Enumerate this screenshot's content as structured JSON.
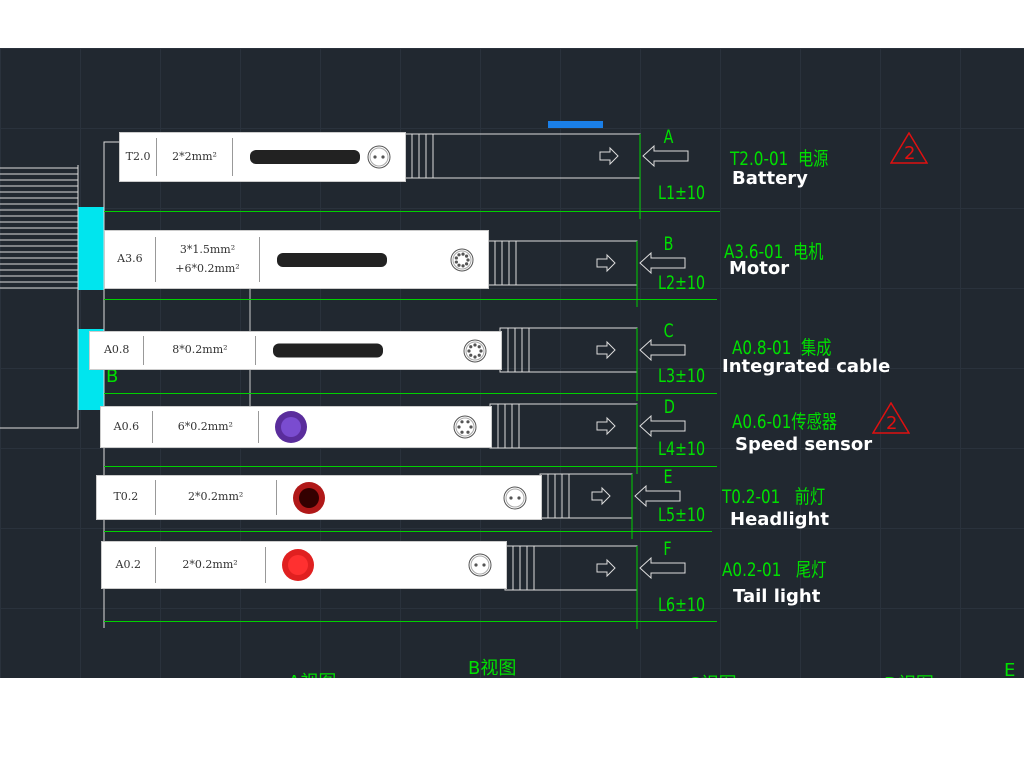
{
  "rows": [
    {
      "id": "A",
      "model": "T2.0",
      "wire": "2*2mm²",
      "wire2": "",
      "code": "T2.0-01  电源",
      "name": "Battery",
      "dim": "L1±10",
      "revision": "2",
      "plug_color": "#222",
      "pins": 2
    },
    {
      "id": "B",
      "model": "A3.6",
      "wire": "3*1.5mm²",
      "wire2": "+6*0.2mm²",
      "code": "A3.6-01  电机",
      "name": "Motor",
      "dim": "L2±10",
      "plug_color": "#222",
      "pins": 9
    },
    {
      "id": "C",
      "model": "A0.8",
      "wire": "8*0.2mm²",
      "wire2": "",
      "code": "A0.8-01  集成",
      "name": "Integrated cable",
      "dim": "L3±10",
      "plug_color": "#222",
      "pins": 8
    },
    {
      "id": "D",
      "model": "A0.6",
      "wire": "6*0.2mm²",
      "wire2": "",
      "code": "A0.6-01传感器",
      "name": "Speed sensor",
      "dim": "L4±10",
      "revision": "2",
      "plug_color": "#5a2d9c",
      "pins": 6
    },
    {
      "id": "E",
      "model": "T0.2",
      "wire": "2*0.2mm²",
      "wire2": "",
      "code": "T0.2-01   前灯",
      "name": "Headlight",
      "dim": "L5±10",
      "plug_color": "#b01818",
      "pins": 2
    },
    {
      "id": "F",
      "model": "A0.2",
      "wire": "2*0.2mm²",
      "wire2": "",
      "code": "A0.2-01   尾灯",
      "name": "Tail light",
      "dim": "L6±10",
      "plug_color": "#e02020",
      "pins": 2
    }
  ],
  "left_label": "B",
  "views": [
    "A视图",
    "B视图",
    "C视图",
    "D视图",
    "E视"
  ]
}
